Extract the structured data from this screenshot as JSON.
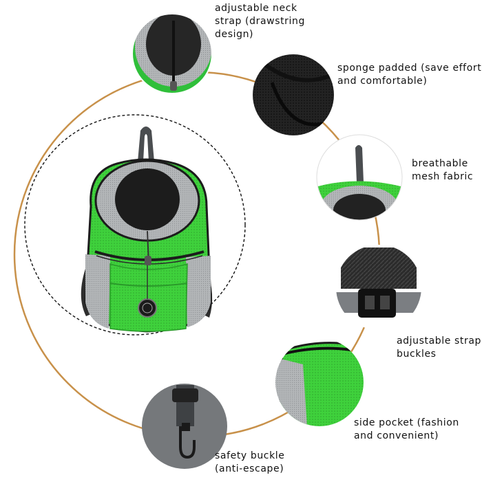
{
  "colors": {
    "accent_ring": "#c8914a",
    "mesh_green": "#3fd13c",
    "dark_green": "#2a9a2a",
    "grey_mesh": "#a8abae",
    "black_fabric": "#1e1e1e",
    "strap_grey": "#505356"
  },
  "features": [
    {
      "name": "neck-strap",
      "text": "adjustable neck\nstrap (drawstring\ndesign)"
    },
    {
      "name": "sponge-padded",
      "text": "sponge padded (save effort\nand comfortable)"
    },
    {
      "name": "breathable-mesh",
      "text": "breathable\nmesh fabric"
    },
    {
      "name": "strap-buckles",
      "text": "adjustable strap\nbuckles"
    },
    {
      "name": "side-pocket",
      "text": "side pocket (fashion\nand convenient)"
    },
    {
      "name": "safety-buckle",
      "text": "safety buckle\n(anti-escape)"
    }
  ]
}
